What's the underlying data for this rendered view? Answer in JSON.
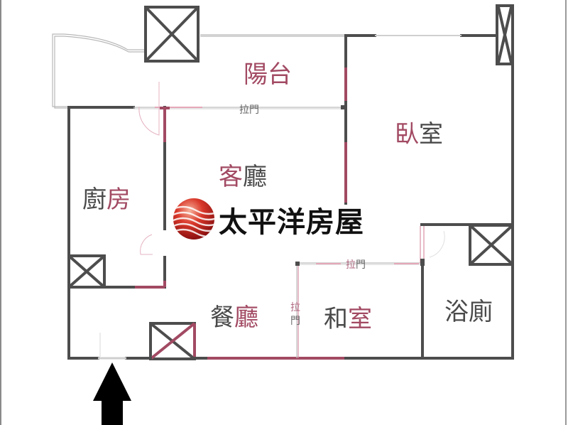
{
  "floorplan": {
    "colors": {
      "wall": "#4d4d4d",
      "accent_wall": "#a24a63",
      "thin_line": "#c8c8c8",
      "text": "#4a4a4a",
      "accent_text": "#a24a63"
    },
    "rooms": {
      "balcony": {
        "label_a": "陽",
        "label_b": "台"
      },
      "bedroom": {
        "label_a": "臥",
        "label_b": "室"
      },
      "living_room": {
        "label_a": "客",
        "label_b": "廳"
      },
      "kitchen": {
        "label_a": "廚",
        "label_b": "房"
      },
      "dining_room": {
        "label_a": "餐",
        "label_b": "廳"
      },
      "tatami_room": {
        "label_a": "和",
        "label_b": "室"
      },
      "bathroom": {
        "label_a": "浴",
        "label_b": "廁"
      }
    },
    "sliding_doors": {
      "balcony_door": {
        "label_a": "拉",
        "label_b": "門"
      },
      "tatami_top_door": {
        "label_a": "拉",
        "label_b": "門"
      },
      "tatami_side_door": {
        "label_a": "拉",
        "label_b": "門"
      }
    },
    "entrance_arrow": "entrance-arrow",
    "brand": {
      "name": "太平洋房屋",
      "logo": "globe-logo-icon"
    }
  }
}
